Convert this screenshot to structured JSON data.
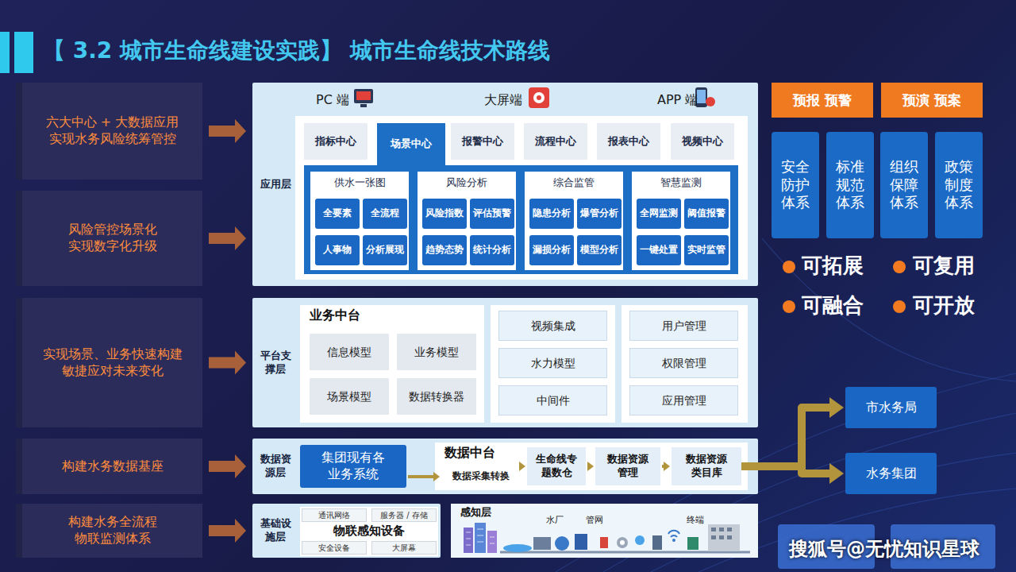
{
  "diagram": {
    "title": "【 3.2 城市生命线建设实践】 城市生命线技术路线",
    "nodes": [
      {
        "text": [
          "六大中心 + 大数据应用 实现水务风险统筹管控"
        ]
      },
      {
        "text": [
          "应用层"
        ]
      },
      {
        "text": [
          "指标中心"
        ],
        "in": 1
      },
      {
        "text": [
          "场景中心"
        ],
        "in": 1
      },
      {
        "text": [
          "报警中心"
        ],
        "in": 1
      },
      {
        "text": [
          "流程中心"
        ],
        "in": 1
      },
      {
        "text": [
          "报表中心"
        ],
        "in": 1
      },
      {
        "text": [
          "视频中心"
        ],
        "in": 1
      },
      {
        "text": [
          "供水一张图"
        ],
        "in": 1
      },
      {
        "text": [
          "全要素"
        ],
        "in": 8
      },
      {
        "text": [
          "全流程"
        ],
        "in": 8
      },
      {
        "text": [
          "人事物"
        ],
        "in": 8
      },
      {
        "text": [
          "分析展现"
        ],
        "in": 8
      },
      {
        "text": [
          "风险分析"
        ],
        "in": 1
      },
      {
        "text": [
          "风险指数"
        ],
        "in": 13
      },
      {
        "text": [
          "评估预警"
        ],
        "in": 13
      },
      {
        "text": [
          "趋势态势"
        ],
        "in": 13
      },
      {
        "text": [
          "统计分析"
        ],
        "in": 13
      },
      {
        "text": [
          "综合监管"
        ],
        "in": 1
      },
      {
        "text": [
          "隐患分析"
        ],
        "in": 18
      },
      {
        "text": [
          "爆管分析"
        ],
        "in": 18
      },
      {
        "text": [
          "漏损分析"
        ],
        "in": 18
      },
      {
        "text": [
          "模型分析"
        ],
        "in": 18
      },
      {
        "text": [
          "智慧监测"
        ],
        "in": 1
      },
      {
        "text": [
          "全网监测"
        ],
        "in": 23
      },
      {
        "text": [
          "阈值报警"
        ],
        "in": 23
      },
      {
        "text": [
          "一键处置"
        ],
        "in": 23
      },
      {
        "text": [
          "实时监管"
        ],
        "in": 23
      },
      {
        "text": [
          "风险管控场景化 实现数字化升级"
        ]
      },
      {
        "text": [
          "实现场景、业务快速构建 敏捷应对未来变化"
        ]
      },
      {
        "text": [
          "平台支撑层"
        ]
      },
      {
        "text": [
          "业务中台"
        ],
        "in": 30
      },
      {
        "text": [
          "信息模型"
        ],
        "in": 31
      },
      {
        "text": [
          "业务模型"
        ],
        "in": 31
      },
      {
        "text": [
          "场景模型"
        ],
        "in": 31
      },
      {
        "text": [
          "数据转换器"
        ],
        "in": 31
      },
      {
        "text": [
          "视频集成"
        ],
        "in": 30
      },
      {
        "text": [
          "水力模型"
        ],
        "in": 30
      },
      {
        "text": [
          "中间件"
        ],
        "in": 30
      },
      {
        "text": [
          "用户管理"
        ],
        "in": 30
      },
      {
        "text": [
          "权限管理"
        ],
        "in": 30
      },
      {
        "text": [
          "应用管理"
        ],
        "in": 30
      },
      {
        "text": [
          "构建水务数据基座"
        ]
      },
      {
        "text": [
          "数据资源层"
        ]
      },
      {
        "text": [
          "集团现有各业务系统"
        ],
        "in": 43
      },
      {
        "text": [
          "数据中台"
        ],
        "in": 43
      },
      {
        "text": [
          "数据采集转换"
        ],
        "in": 45
      },
      {
        "text": [
          "生命线专题数仓"
        ],
        "in": 45
      },
      {
        "text": [
          "数据资源管理"
        ],
        "in": 45
      },
      {
        "text": [
          "数据资源类目库"
        ],
        "in": 45
      },
      {
        "text": [
          "构建水务全流程 物联监测体系"
        ]
      },
      {
        "text": [
          "基础设施层"
        ]
      },
      {
        "text": [
          "物联感知设备"
        ],
        "in": 51
      },
      {
        "text": [
          "通讯网络"
        ],
        "in": 52
      },
      {
        "text": [
          "服务器 / 存储"
        ],
        "in": 52
      },
      {
        "text": [
          "安全设备"
        ],
        "in": 52
      },
      {
        "text": [
          "大屏幕"
        ],
        "in": 52
      },
      {
        "text": [
          "感知层"
        ]
      },
      {
        "text": [
          "预报 预警"
        ]
      },
      {
        "text": [
          "预演 预案"
        ]
      },
      {
        "text": [
          "安全防护体系"
        ]
      },
      {
        "text": [
          "标准规范体系"
        ]
      },
      {
        "text": [
          "组织保障体系"
        ]
      },
      {
        "text": [
          "政策制度体系"
        ]
      },
      {
        "text": [
          "市水务局"
        ]
      },
      {
        "text": [
          "水务集团"
        ]
      }
    ],
    "edges": [
      {
        "from": 0,
        "to": 1,
        "arrow": "to"
      },
      {
        "from": 28,
        "to": 1,
        "arrow": "to"
      },
      {
        "from": 29,
        "to": 30,
        "arrow": "to"
      },
      {
        "from": 42,
        "to": 43,
        "arrow": "to"
      },
      {
        "from": 50,
        "to": 51,
        "arrow": "to"
      },
      {
        "from": 44,
        "to": 46,
        "arrow": "to"
      },
      {
        "from": 46,
        "to": 47,
        "arrow": "to"
      },
      {
        "from": 47,
        "to": 48,
        "arrow": "to"
      },
      {
        "from": 48,
        "to": 49,
        "arrow": "to"
      },
      {
        "from": 49,
        "to": 64,
        "arrow": "to"
      },
      {
        "from": 49,
        "to": 65,
        "arrow": "to"
      }
    ],
    "labels": [
      "PC 端",
      "大屏端",
      "APP 端",
      "可拓展",
      "可复用",
      "可融合",
      "可开放",
      "水厂",
      "管网",
      "终端",
      "搜狐号@无忧知识星球"
    ]
  }
}
